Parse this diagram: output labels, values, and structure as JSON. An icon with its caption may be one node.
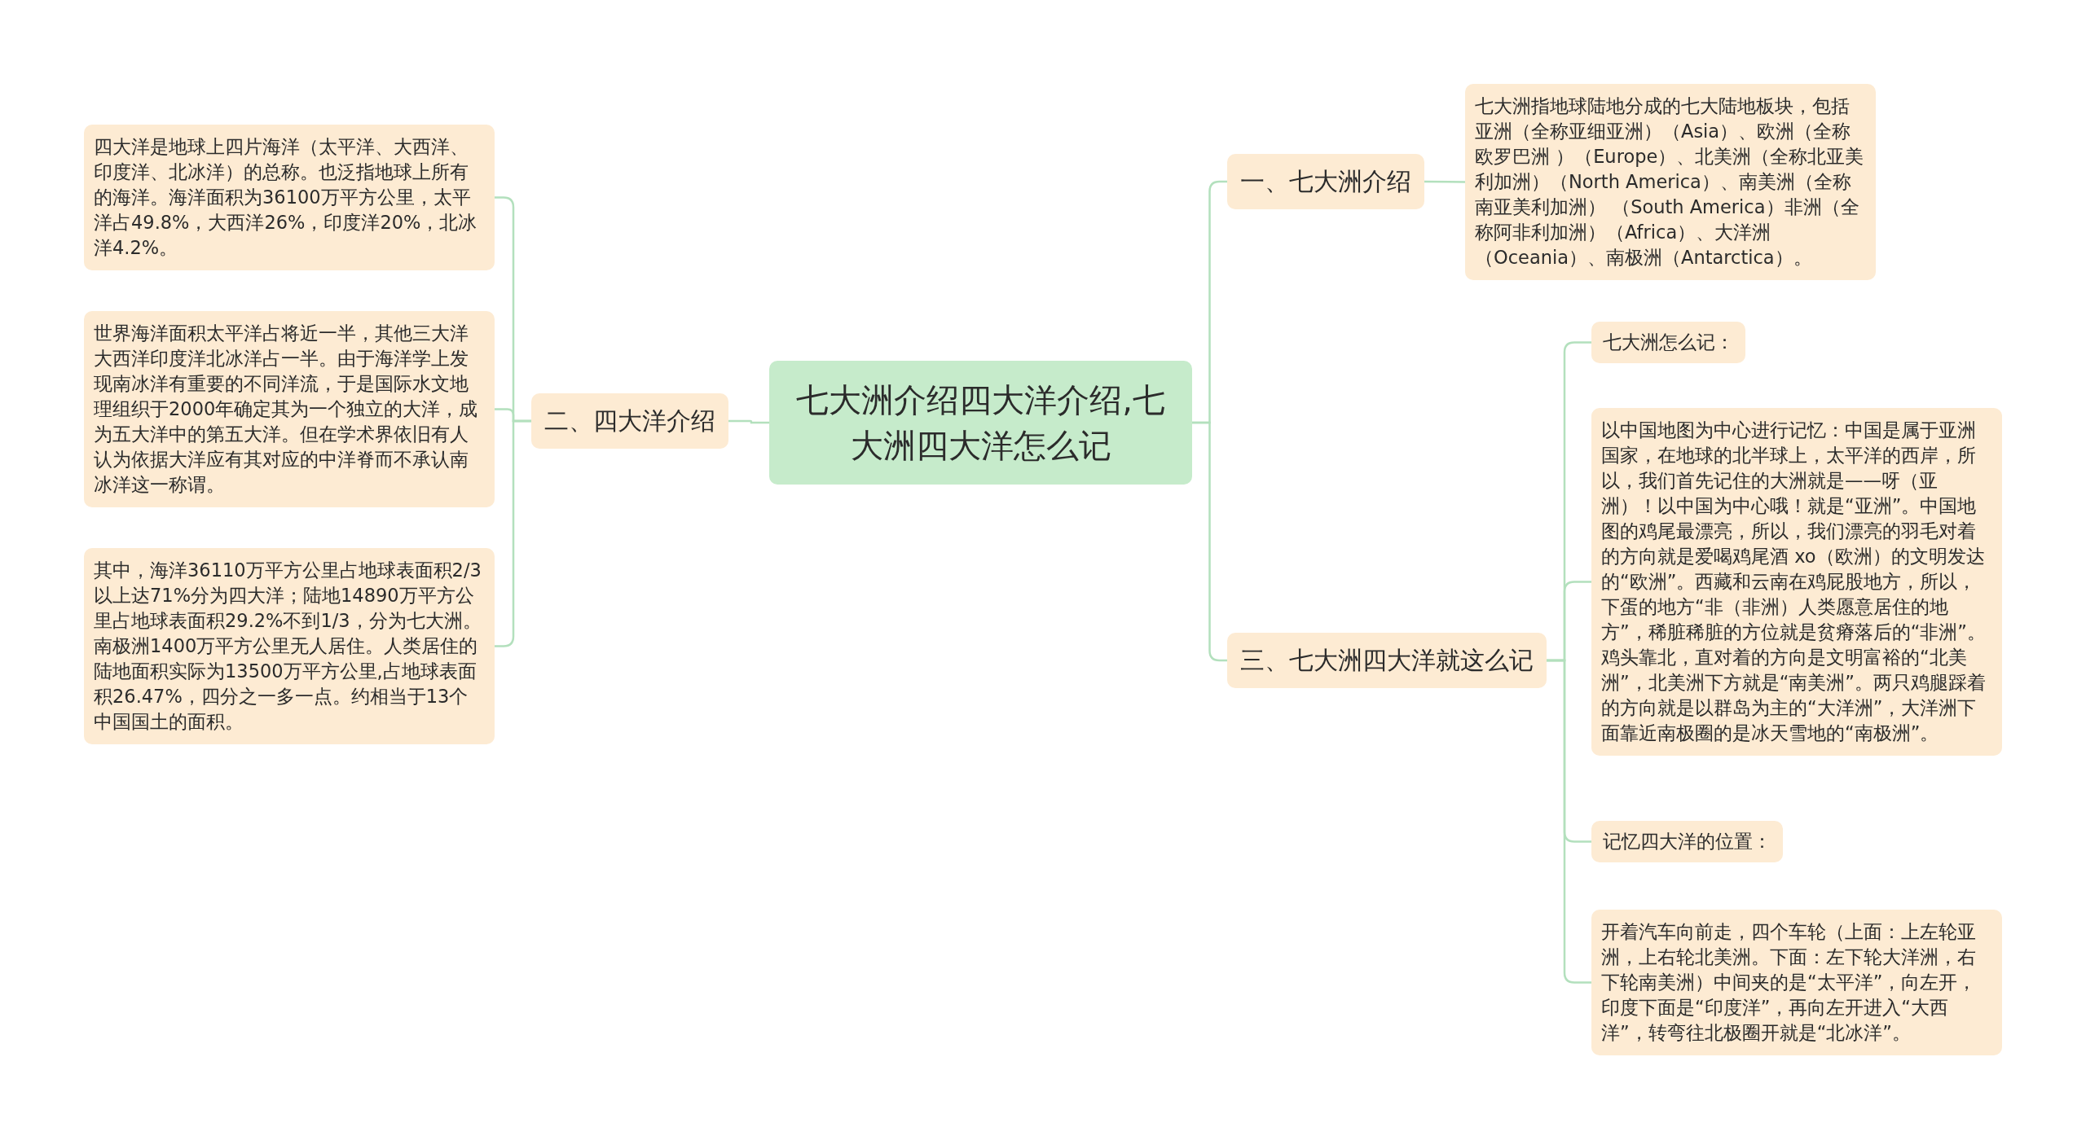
{
  "diagram": {
    "nodes": [
      {
        "text": [
          "七大洲介绍四大洋介绍,七大洲四大洋怎么记"
        ]
      },
      {
        "text": [
          "一、七大洲介绍"
        ]
      },
      {
        "text": [
          "七大洲指地球陆地分成的七大陆地板块，包括亚洲（全称亚细亚洲）（Asia）、欧洲（全称欧罗巴洲 ）（Europe）、北美洲（全称北亚美利加洲）（North America）、南美洲（全称南亚美利加洲） （South America）非洲（全称阿非利加洲）（Africa）、大洋洲（Oceania）、南极洲（Antarctica）。"
        ]
      },
      {
        "text": [
          "二、四大洋介绍"
        ]
      },
      {
        "text": [
          "四大洋是地球上四片海洋（太平洋、大西洋、印度洋、北冰洋）的总称。也泛指地球上所有的海洋。海洋面积为36100万平方公里，太平洋占49.8%，大西洋26%，印度洋20%，北冰洋4.2%。"
        ]
      },
      {
        "text": [
          "世界海洋面积太平洋占将近一半，其他三大洋大西洋印度洋北冰洋占一半。由于海洋学上发现南冰洋有重要的不同洋流，于是国际水文地理组织于2000年确定其为一个独立的大洋，成为五大洋中的第五大洋。但在学术界依旧有人认为依据大洋应有其对应的中洋脊而不承认南冰洋这一称谓。"
        ]
      },
      {
        "text": [
          "其中，海洋36110万平方公里占地球表面积2/3以上达71%分为四大洋；陆地14890万平方公里占地球表面积29.2%不到1/3，分为七大洲。南极洲1400万平方公里无人居住。人类居住的陆地面积实际为13500万平方公里,占地球表面积26.47%，四分之一多一点。约相当于13个中国国土的面积。"
        ]
      },
      {
        "text": [
          "三、七大洲四大洋就这么记"
        ]
      },
      {
        "text": [
          "七大洲怎么记："
        ]
      },
      {
        "text": [
          "以中国地图为中心进行记忆：中国是属于亚洲国家，在地球的北半球上，太平洋的西岸，所以，我们首先记住的大洲就是——呀（亚洲）！以中国为中心哦！就是“亚洲”。中国地图的鸡尾最漂亮，所以，我们漂亮的羽毛对着的方向就是爱喝鸡尾酒 xo（欧洲）的文明发达的“欧洲”。西藏和云南在鸡屁股地方，所以，下蛋的地方“非（非洲）人类愿意居住的地方”，稀脏稀脏的方位就是贫瘠落后的“非洲”。鸡头靠北，直对着的方向是文明富裕的“北美洲”，北美洲下方就是“南美洲”。两只鸡腿踩着的方向就是以群岛为主的“大洋洲”，大洋洲下面靠近南极圈的是冰天雪地的“南极洲”。"
        ]
      },
      {
        "text": [
          "记忆四大洋的位置："
        ]
      },
      {
        "text": [
          "开着汽车向前走，四个车轮（上面：上左轮亚洲，上右轮北美洲。下面：左下轮大洋洲，右下轮南美洲）中间夹的是“太平洋”，向左开，印度下面是“印度洋”，再向左开进入“大西洋”，转弯往北极圈开就是“北冰洋”。"
        ]
      }
    ],
    "edges": [
      {
        "from": 0,
        "to": 1,
        "arrow": "none"
      },
      {
        "from": 1,
        "to": 2,
        "arrow": "none"
      },
      {
        "from": 0,
        "to": 3,
        "arrow": "none"
      },
      {
        "from": 3,
        "to": 4,
        "arrow": "none"
      },
      {
        "from": 3,
        "to": 5,
        "arrow": "none"
      },
      {
        "from": 3,
        "to": 6,
        "arrow": "none"
      },
      {
        "from": 0,
        "to": 7,
        "arrow": "none"
      },
      {
        "from": 7,
        "to": 8,
        "arrow": "none"
      },
      {
        "from": 7,
        "to": 9,
        "arrow": "none"
      },
      {
        "from": 7,
        "to": 10,
        "arrow": "none"
      },
      {
        "from": 7,
        "to": 11,
        "arrow": "none"
      }
    ]
  }
}
